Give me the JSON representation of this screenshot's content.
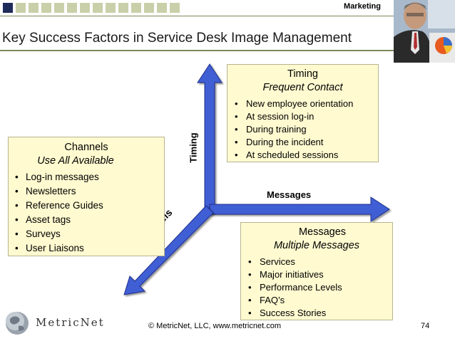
{
  "header": {
    "category": "Marketing",
    "title": "Key Success Factors in Service Desk Image Management",
    "colors": {
      "rule": "#7a8a5a",
      "square_dark": "#1e2a5a",
      "square_light": "#c9cfa8"
    }
  },
  "diagram": {
    "arrow_color": "#3f5ed4",
    "axes": {
      "timing": "Timing",
      "messages": "Messages",
      "channels": "Channels"
    }
  },
  "timing_box": {
    "heading": "Timing",
    "subheading": "Frequent Contact",
    "items": [
      "New employee orientation",
      "At session log-in",
      "During training",
      "During the incident",
      "At scheduled sessions"
    ]
  },
  "channels_box": {
    "heading": "Channels",
    "subheading": "Use All Available",
    "items": [
      "Log-in messages",
      "Newsletters",
      "Reference Guides",
      "Asset tags",
      "Surveys",
      "User Liaisons"
    ]
  },
  "messages_box": {
    "heading": "Messages",
    "subheading": "Multiple Messages",
    "items": [
      "Services",
      "Major initiatives",
      "Performance Levels",
      "FAQ’s",
      "Success Stories"
    ]
  },
  "footer": {
    "logo_text": "MetricNet",
    "copyright": "© MetricNet, LLC, www.metricnet.com",
    "page_number": "74"
  }
}
